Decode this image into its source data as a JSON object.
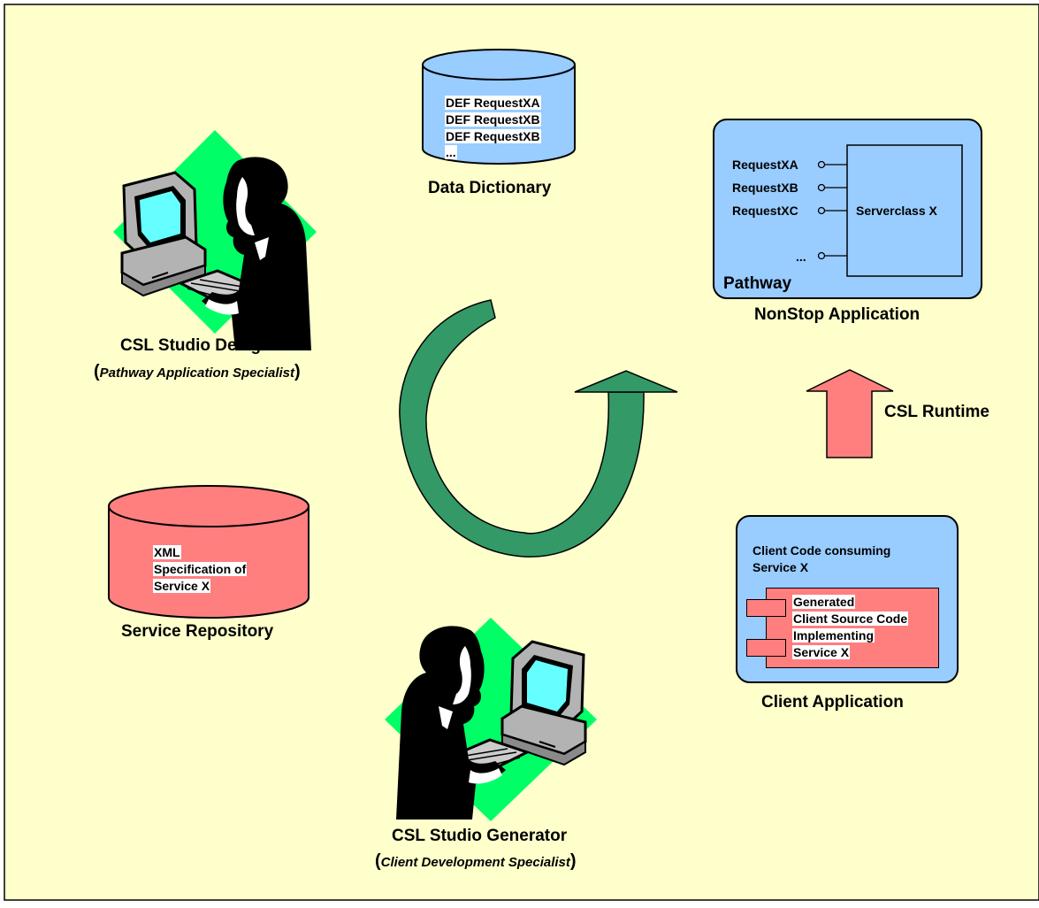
{
  "colors": {
    "background": "#ffffcc",
    "dictionary_fill": "#99ccff",
    "repository_fill": "#ff7f7f",
    "arrow_green": "#339966",
    "arrow_red": "#ff7f7f",
    "panel_blue": "#99ccff",
    "diamond_green": "#00ff66"
  },
  "data_dictionary": {
    "entries": [
      "DEF RequestXA",
      "DEF RequestXB",
      "DEF RequestXB",
      "..."
    ],
    "label": "Data Dictionary"
  },
  "designer": {
    "title": "CSL Studio Designer",
    "role": "Pathway Application Specialist",
    "paren_open": "(",
    "paren_close": ")",
    "icon": "person-at-computer-icon"
  },
  "nonstop": {
    "requests": [
      "RequestXA",
      "RequestXB",
      "RequestXC",
      "..."
    ],
    "serverclass": "Serverclass X",
    "pathway": "Pathway",
    "label": "NonStop Application"
  },
  "runtime": {
    "label": "CSL Runtime"
  },
  "repository": {
    "lines": [
      "XML",
      "Specification of",
      "Service X"
    ],
    "label": "Service Repository"
  },
  "client": {
    "header_lines": [
      "Client Code consuming",
      "Service X"
    ],
    "generated_lines": [
      "Generated",
      "Client Source Code",
      "Implementing",
      "Service X"
    ],
    "label": "Client Application"
  },
  "generator": {
    "title": "CSL Studio Generator",
    "role": "Client Development Specialist",
    "paren_open": "(",
    "paren_close": ")",
    "icon": "person-at-computer-icon"
  },
  "cycle": {
    "icon": "circular-arrow-icon"
  }
}
